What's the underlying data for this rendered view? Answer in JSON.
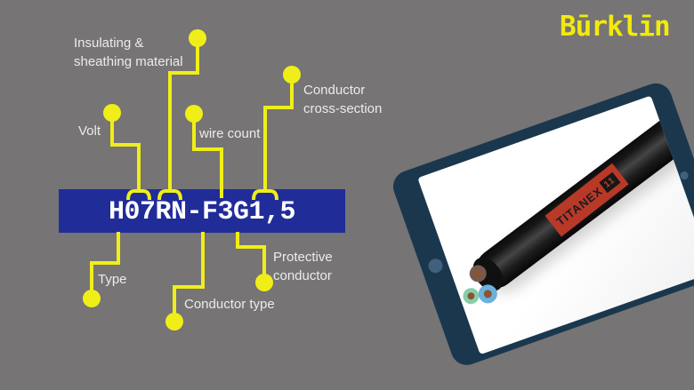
{
  "background_color": "#767474",
  "accent_yellow": "#f0ee18",
  "logo": {
    "text": "Būrklīn",
    "color": "#f2ea0c"
  },
  "code_box": {
    "text": "H07RN-F3G1,5",
    "background": "#202c98",
    "text_color": "#ffffff"
  },
  "callouts": [
    {
      "id": "insulating-sheathing-material",
      "label": "Insulating &\nsheathing material",
      "points_to": "RN"
    },
    {
      "id": "volt",
      "label": "Volt",
      "points_to": "07"
    },
    {
      "id": "wire-count",
      "label": "wire count",
      "points_to": "3"
    },
    {
      "id": "conductor-cross-section",
      "label": "Conductor\ncross-section",
      "points_to": "1,5"
    },
    {
      "id": "type",
      "label": "Type",
      "points_to": "H"
    },
    {
      "id": "conductor-type",
      "label": "Conductor type",
      "points_to": "F"
    },
    {
      "id": "protective-conductor",
      "label": "Protective\nconductor",
      "points_to": "G"
    }
  ],
  "tablet": {
    "bezel_color": "#1a374e",
    "cable_label": "TITANEX",
    "cable_label_mark": "11"
  }
}
